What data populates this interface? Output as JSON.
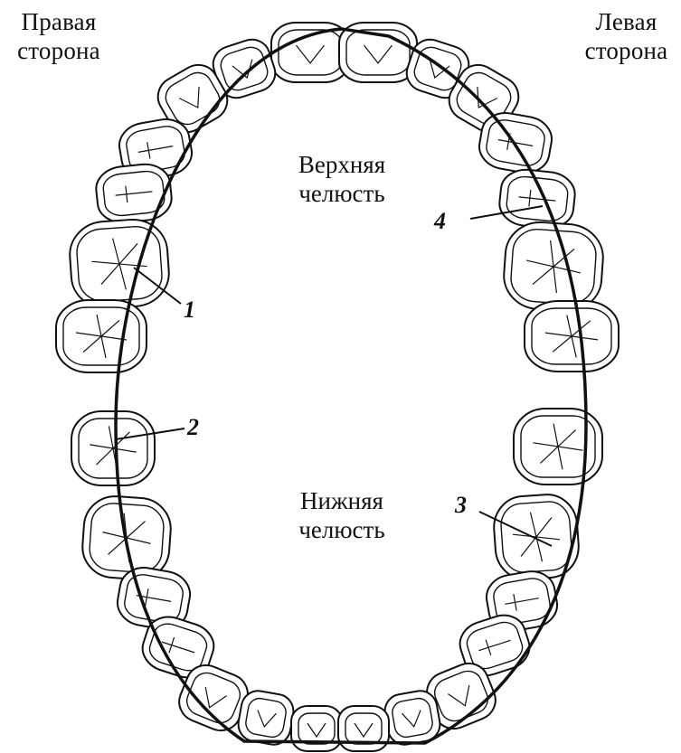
{
  "labels": {
    "right_side": [
      "Правая",
      "сторона"
    ],
    "left_side": [
      "Левая",
      "сторона"
    ],
    "upper_jaw": [
      "Верхняя",
      "челюсть"
    ],
    "lower_jaw": [
      "Нижняя",
      "челюсть"
    ]
  },
  "markers": [
    "1",
    "2",
    "3",
    "4"
  ],
  "colors": {
    "line": "#111111",
    "background": "#ffffff"
  }
}
